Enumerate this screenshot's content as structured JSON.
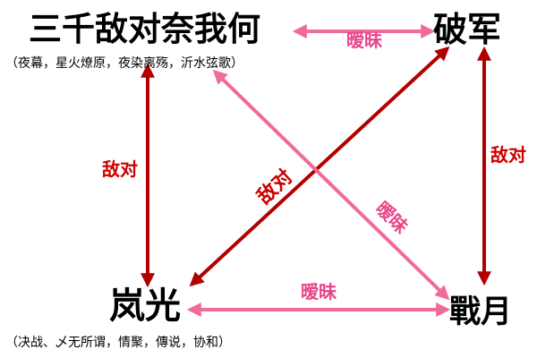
{
  "nodes": {
    "top_left": {
      "label": "三千敌对奈我何",
      "note": "（夜幕，星火燎原，夜染离殇，沂水弦歌）"
    },
    "top_right": {
      "label": "破军"
    },
    "bottom_left": {
      "label": "岚光",
      "note": "（决战、乄无所谓，情聚，傳说，协和）"
    },
    "bottom_right": {
      "label": "戰月"
    }
  },
  "relations": {
    "top": "暧昧",
    "left": "敌对",
    "right": "敌对",
    "bottom": "暧昧",
    "diag_red": "敌对",
    "diag_pink": "暧昧"
  },
  "colors": {
    "hostile": "#b20000",
    "hostile_text": "#cc0000",
    "ambiguous": "#f06a9b",
    "ambiguous_text": "#e8468a"
  }
}
